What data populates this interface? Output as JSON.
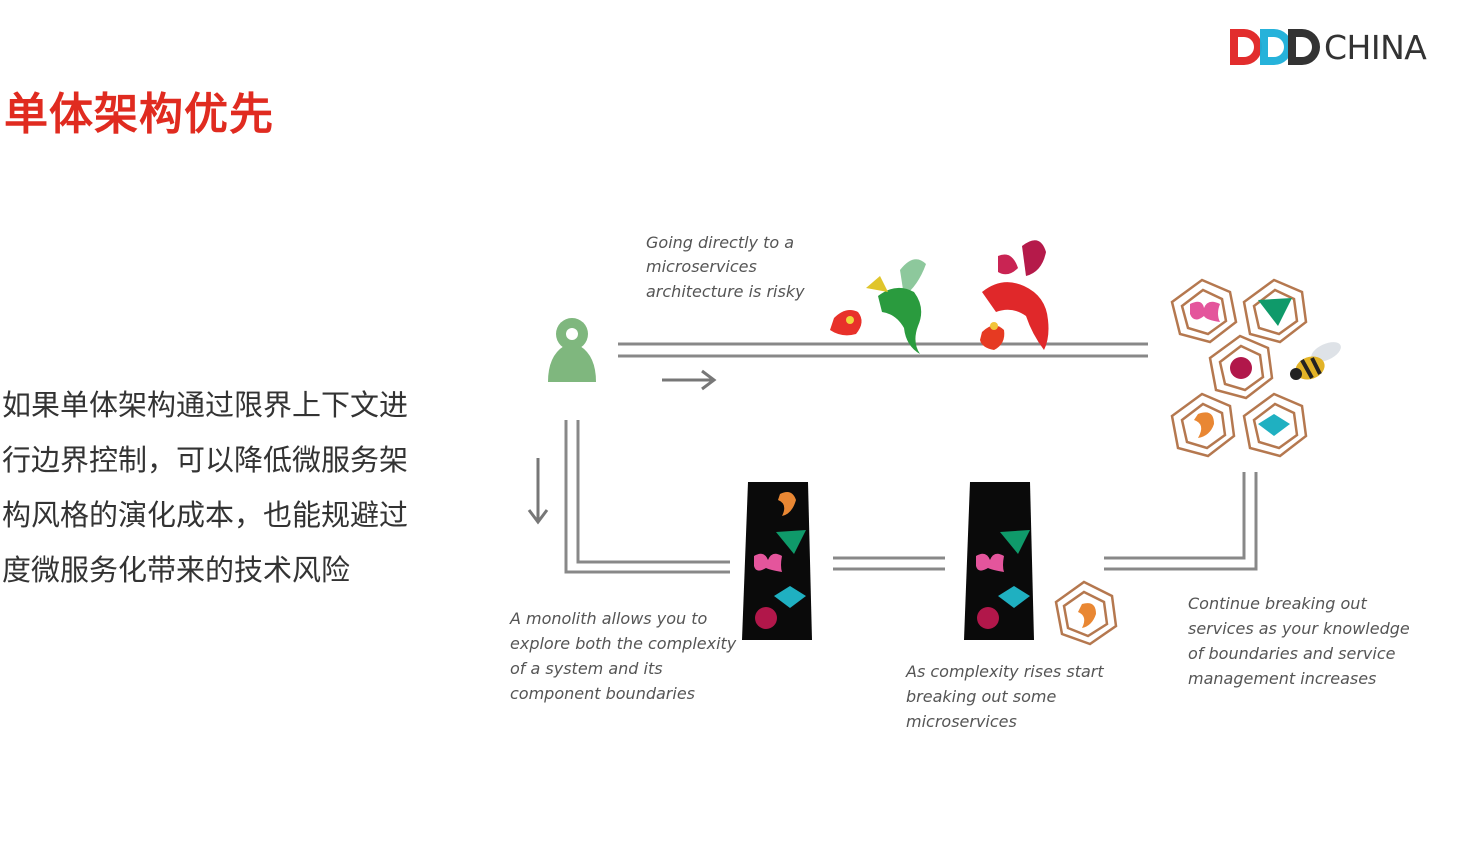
{
  "page": {
    "title": "单体架构优先",
    "logo": {
      "text": "CHINA",
      "prefix_letters": "DDD",
      "prefix_colors": [
        "#e22d2d",
        "#1aaed8",
        "#333333"
      ]
    },
    "body_lines": [
      "如果单体架构通过限界上下文进",
      "行边界控制，可以降低微服务架",
      "构风格的演化成本，也能规避过",
      "度微服务化带来的技术风险"
    ]
  },
  "diagram": {
    "captions": {
      "risky": [
        "Going directly to a",
        "microservices",
        "architecture is risky"
      ],
      "monolith": [
        "A monolith allows you to",
        "explore both the complexity",
        "of a system and its",
        "component boundaries"
      ],
      "complexity": [
        "As complexity rises start",
        "breaking out some",
        "microservices"
      ],
      "continue": [
        "Continue breaking out",
        "services as your knowledge",
        "of boundaries and service",
        "management increases"
      ]
    },
    "colors": {
      "person": "#7fb77e",
      "line": "#888888",
      "monolith": "#0a0a0a",
      "hex_outline": "#b5784f",
      "pink": "#e4559c",
      "green": "#0f9a6a",
      "teal": "#1fb0c1",
      "crimson": "#b1174a",
      "orange": "#e98733"
    },
    "icons": [
      "person-icon",
      "dragon-icon",
      "monolith-icon",
      "hexagon-service-icon",
      "bee-icon",
      "arrow-right-icon",
      "arrow-down-icon"
    ]
  }
}
